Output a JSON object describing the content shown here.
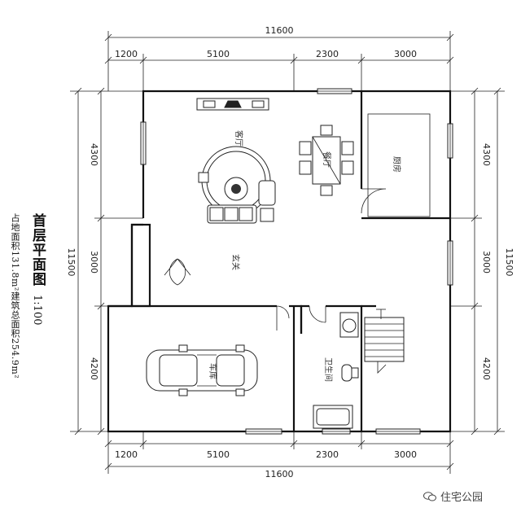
{
  "dimensions": {
    "top_total": "11600",
    "top_segments": [
      "1200",
      "5100",
      "2300",
      "3000"
    ],
    "bottom_total": "11600",
    "bottom_segments": [
      "1200",
      "5100",
      "2300",
      "3000"
    ],
    "left_total": "11500",
    "left_segments": [
      "4300",
      "3000",
      "4200"
    ],
    "right_total": "11500",
    "right_segments": [
      "4300",
      "3000",
      "4200"
    ]
  },
  "rooms": {
    "living_room": "客厅",
    "dining_room": "餐厅",
    "kitchen": "厨房",
    "foyer": "玄关",
    "garage": "车库",
    "bathroom": "卫生间"
  },
  "title": "首层平面图",
  "scale": "1:100",
  "area_note": "占地面积131.8m²建筑总面积254.9m²",
  "watermark": "住宅公园",
  "colors": {
    "line": "#111111",
    "background": "#ffffff"
  }
}
